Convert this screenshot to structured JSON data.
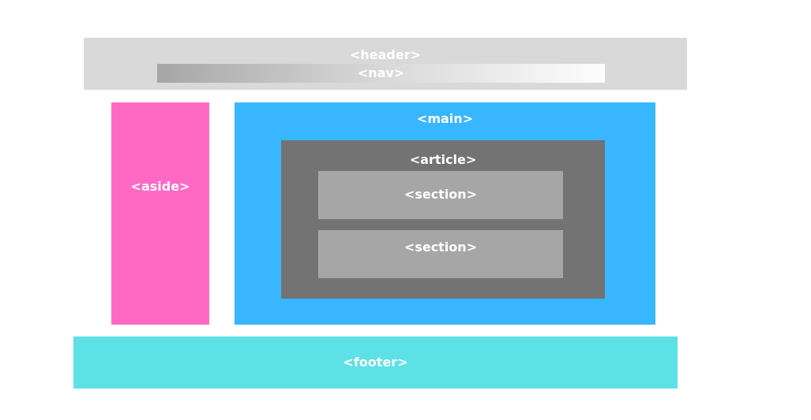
{
  "diagram": {
    "header": {
      "label": "<header>",
      "color": "#d9d9d9"
    },
    "nav": {
      "label": "<nav>",
      "gradient": [
        "#a6a6a6",
        "#d4d4d4",
        "#fdfdfd"
      ]
    },
    "aside": {
      "label": "<aside>",
      "color": "#ff69c4"
    },
    "main": {
      "label": "<main>",
      "color": "#38b6ff"
    },
    "article": {
      "label": "<article>",
      "color": "#737373"
    },
    "sections": [
      {
        "label": "<section>",
        "color": "#a6a6a6"
      },
      {
        "label": "<section>",
        "color": "#a6a6a6"
      }
    ],
    "footer": {
      "label": "<footer>",
      "color": "#5ce1e6"
    },
    "label_color": "#ffffff"
  }
}
